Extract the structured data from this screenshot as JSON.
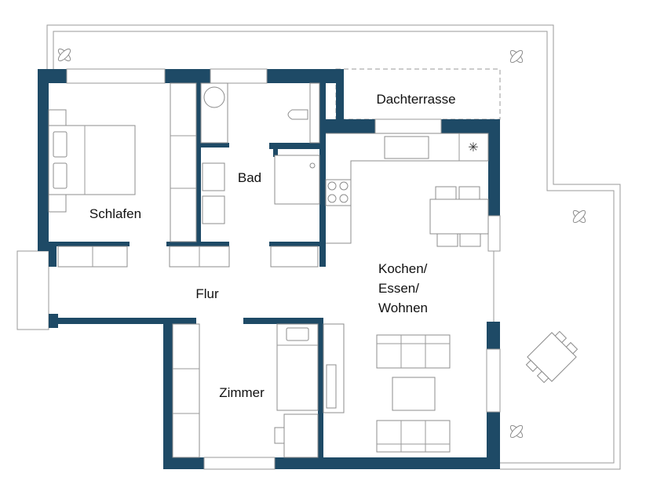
{
  "colors": {
    "wall": "#1e4a66",
    "furniture_line": "#8c8c8c"
  },
  "rooms": {
    "terrace": "Dachterrasse",
    "bath": "Bad",
    "bedroom": "Schlafen",
    "hall": "Flur",
    "living": [
      "Kochen/",
      "Essen/",
      "Wohnen"
    ],
    "room": "Zimmer"
  }
}
